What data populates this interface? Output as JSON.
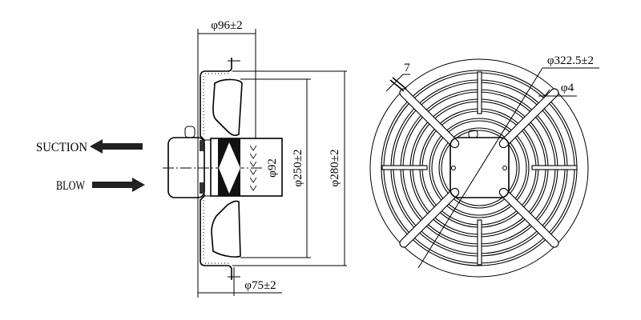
{
  "labels": {
    "suction": "SUCTION",
    "blow": "BLOW"
  },
  "dimensions": {
    "mount_depth": "φ96±2",
    "shroud_depth": "φ75±2",
    "motor_dia": "φ92",
    "blade_dia": "φ250±2",
    "shroud_dia": "φ280±2",
    "guard_dia": "φ322.5±2",
    "hole_dia": "φ4",
    "hole_count": "7"
  },
  "colors": {
    "line": "#000000",
    "background": "#ffffff"
  }
}
